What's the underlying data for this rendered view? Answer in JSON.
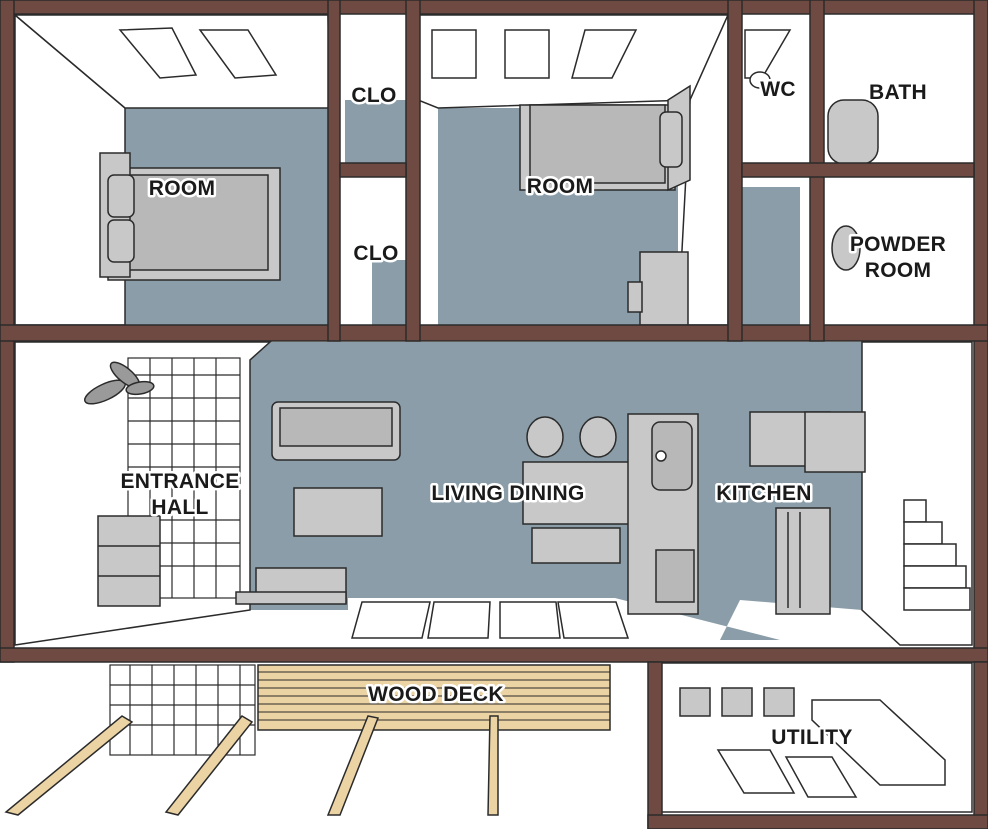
{
  "colors": {
    "wall": "#6e4a42",
    "floor": "#8a9da8",
    "furniture": "#c8c8c8",
    "line": "#2b2b2b",
    "deck": "#ecd3a4",
    "page": "#ffffff"
  },
  "labels": {
    "room_left": "ROOM",
    "clo_upper": "CLO",
    "clo_lower": "CLO",
    "room_center": "ROOM",
    "wc": "WC",
    "bath": "BATH",
    "powder_room_line1": "POWDER",
    "powder_room_line2": "ROOM",
    "entrance_hall_line1": "ENTRANCE",
    "entrance_hall_line2": "HALL",
    "living_dining": "LIVING DINING",
    "kitchen": "KITCHEN",
    "wood_deck": "WOOD DECK",
    "utility": "UTILITY"
  }
}
